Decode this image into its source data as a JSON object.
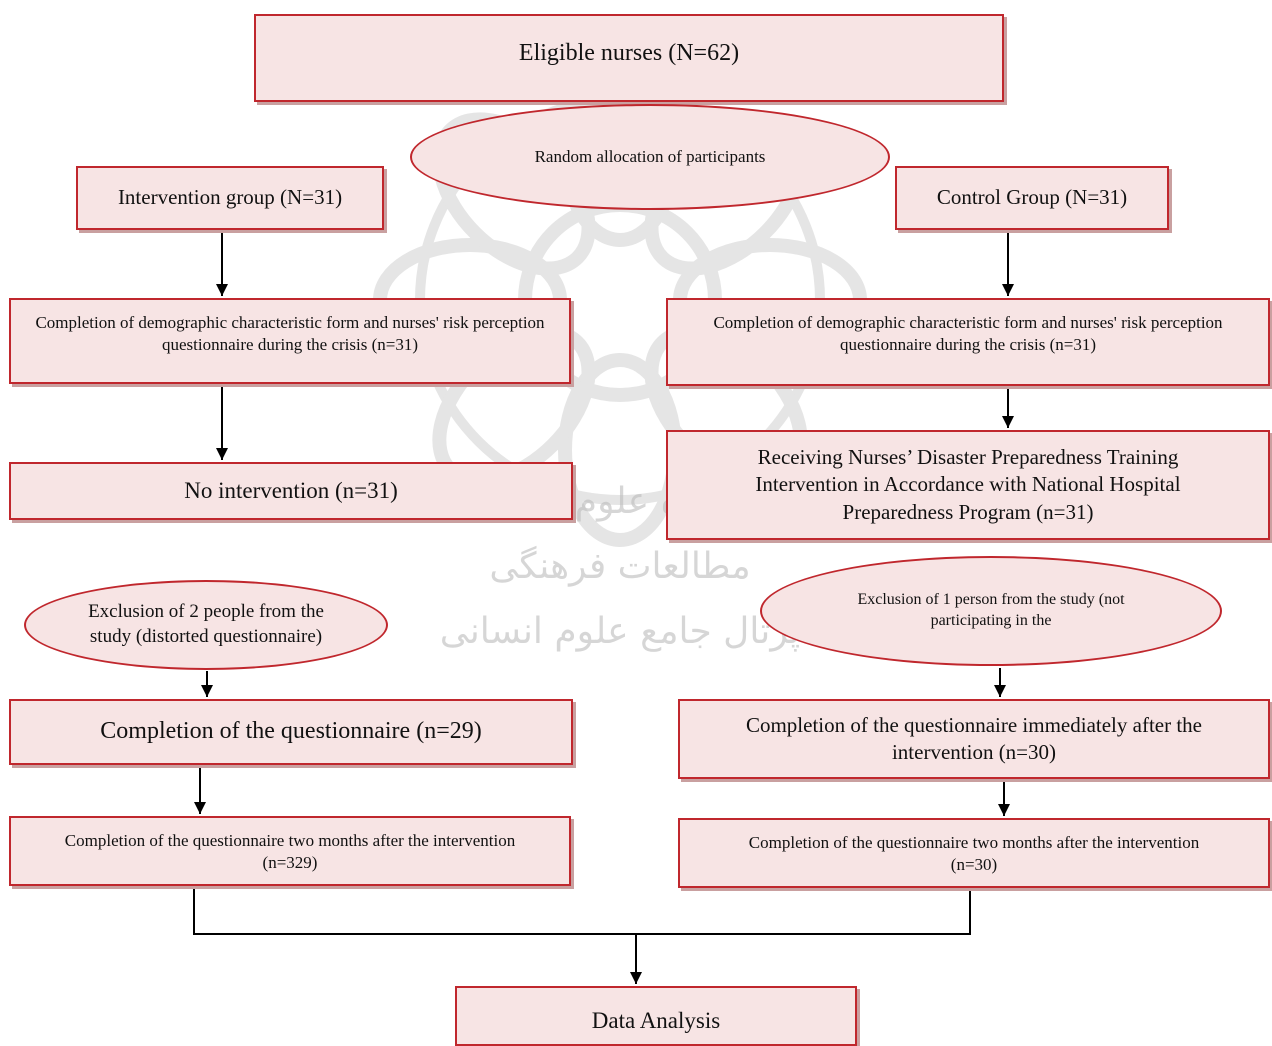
{
  "nodes": {
    "eligible": "Eligible nurses (N=62)",
    "random": "Random allocation of participants",
    "intervention_group": "Intervention group (N=31)",
    "control_group": "Control Group (N=31)",
    "demo_left": "Completion of demographic characteristic form and nurses' risk perception questionnaire during the crisis (n=31)",
    "demo_right": "Completion of demographic characteristic form and nurses' risk perception questionnaire during the crisis (n=31)",
    "no_intervention": "No intervention (n=31)",
    "training": "Receiving Nurses’ Disaster Preparedness Training Intervention in Accordance with National Hospital Preparedness Program (n=31)",
    "exclusion_left": "Exclusion of 2 people from the study (distorted questionnaire)",
    "exclusion_right": "Exclusion of 1 person from the study (not participating in the",
    "completion_left": "Completion of the questionnaire (n=29)",
    "completion_right": "Completion of the questionnaire immediately after the intervention (n=30)",
    "two_months_left": "Completion of the questionnaire two months after the intervention (n=329)",
    "two_months_right": "Completion of the questionnaire two months after the intervention (n=30)",
    "data_analysis": "Data Analysis"
  },
  "watermark": {
    "line1": "پژوهشگاه علوم انسانی و مطالعات فرهنگی",
    "line2": "پرتال جامع علوم انسانی"
  },
  "colors": {
    "border": "#c0272d",
    "fill": "#f7e4e4",
    "shadow": "#c9a0a0",
    "watermark": "#b8b8b8"
  }
}
